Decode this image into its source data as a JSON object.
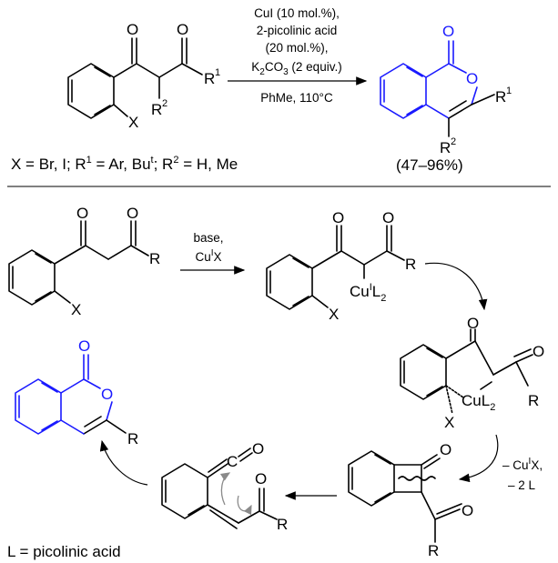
{
  "top_reaction": {
    "conditions": [
      "CuI (10 mol.%),",
      "2-picolinic acid",
      "(20 mol.%),",
      "K2CO3 (2 equiv.)",
      "PhMe, 110°C"
    ],
    "substituents": "X = Br, I; R1 = Ar, But; R2 = H, Me",
    "yield": "(47–96%)"
  },
  "mechanism": {
    "step1_reagents": [
      "base,",
      "CuIX"
    ],
    "elimination": [
      "– CuIX,",
      "– 2 L"
    ],
    "ligand_definition": "L = picolinic acid"
  },
  "colors": {
    "product": "#1a1aff",
    "curved_arrows": "#8a8a8a"
  }
}
